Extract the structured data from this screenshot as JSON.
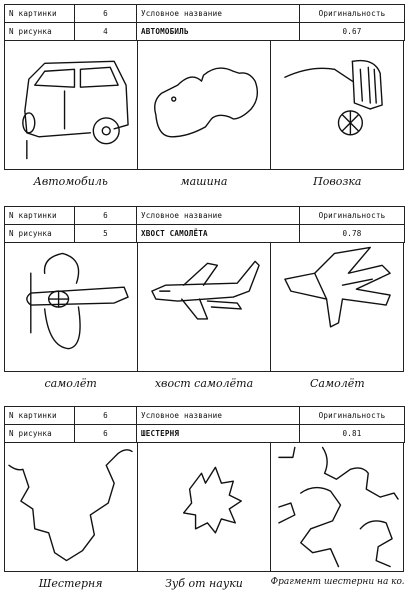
{
  "labels": {
    "picture_no": "N картинки",
    "drawing_no": "N рисунка",
    "conditional_name": "Условное название",
    "originality": "Оригинальность"
  },
  "cards": [
    {
      "picture_no": "6",
      "drawing_no": "4",
      "name": "АВТОМОБИЛЬ",
      "originality": "0.67",
      "captions": [
        "Автомобиль",
        "машина",
        "Повозка"
      ]
    },
    {
      "picture_no": "6",
      "drawing_no": "5",
      "name": "ХВОСТ САМОЛЁТА",
      "originality": "0.78",
      "captions": [
        "самолёт",
        "хвост самолёта",
        "Самолёт"
      ]
    },
    {
      "picture_no": "6",
      "drawing_no": "6",
      "name": "ШЕСТЕРНЯ",
      "originality": "0.81",
      "captions": [
        "Шестерня",
        "Зуб от науки",
        "Фрагмент шестерни на колесе"
      ]
    }
  ],
  "sketches": [
    [
      "car-icon",
      "animal-blob-icon",
      "cart-icon"
    ],
    [
      "airplane-front-icon",
      "airplane-side-icon",
      "airplane-tail-icon"
    ],
    [
      "gear-fragment-icon",
      "tooth-icon",
      "gear-wheel-icon"
    ]
  ]
}
